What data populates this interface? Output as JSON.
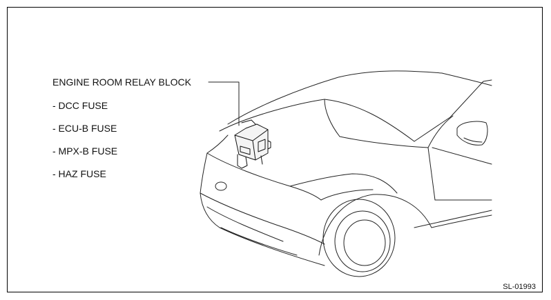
{
  "callout": {
    "title": "ENGINE ROOM RELAY BLOCK",
    "items": [
      "- DCC FUSE",
      "- ECU-B FUSE",
      "- MPX-B FUSE",
      "- HAZ FUSE"
    ]
  },
  "figure_code": "SL-01993",
  "colors": {
    "line": "#222222",
    "background": "#ffffff"
  }
}
